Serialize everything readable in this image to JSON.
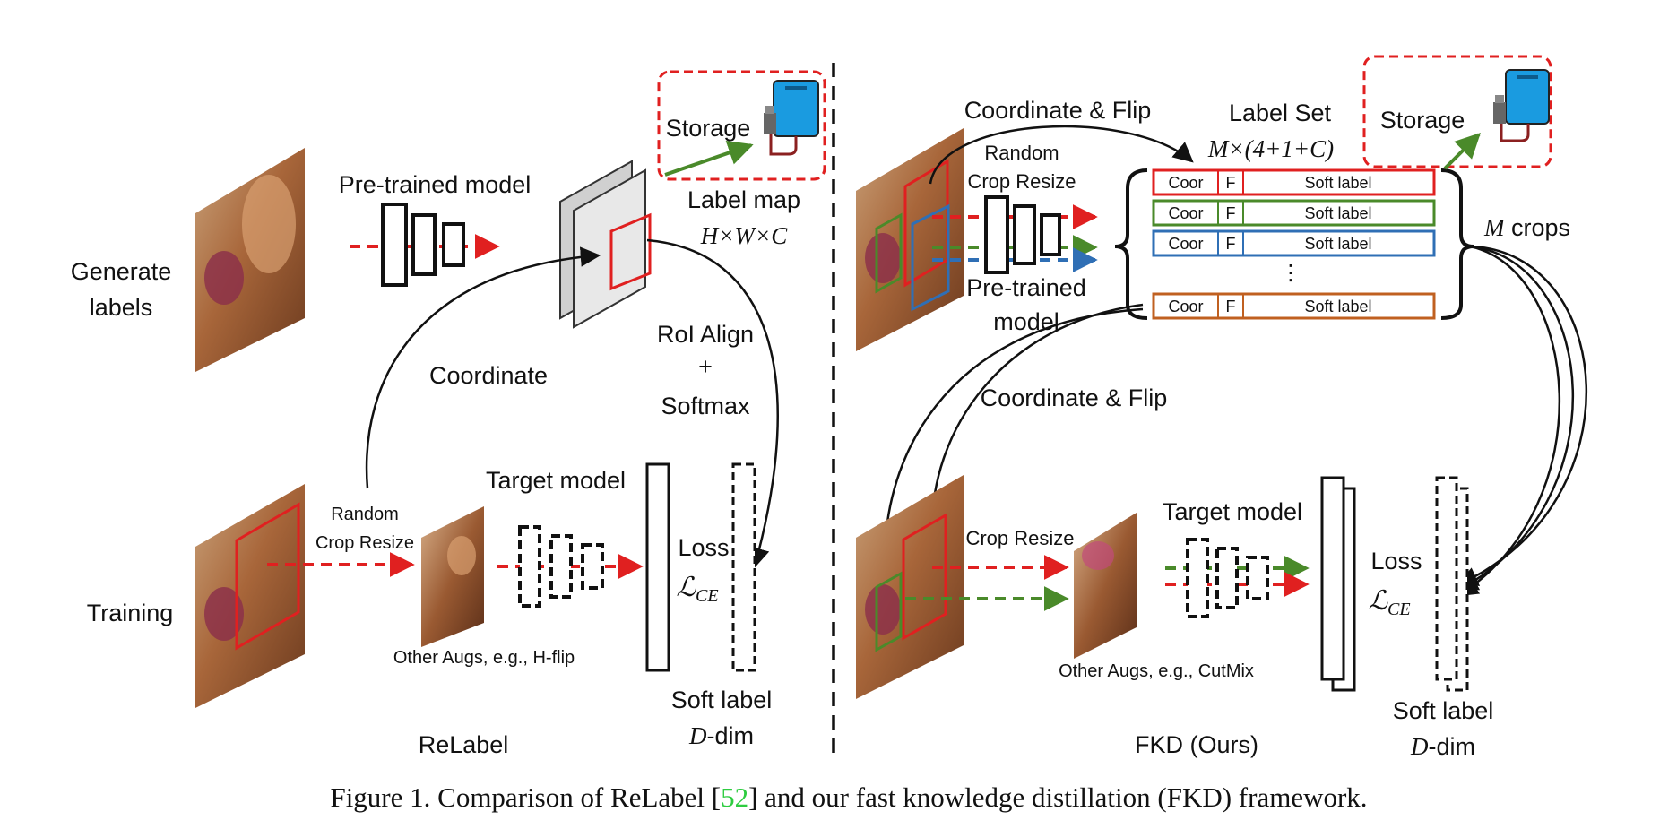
{
  "relabel": {
    "generate_labels": [
      "Generate",
      "labels"
    ],
    "pretrained_model": "Pre-trained model",
    "storage": "Storage",
    "label_map": "Label map",
    "label_map_dims": "H×W×C",
    "coordinate": "Coordinate",
    "roi_align": [
      "RoI Align",
      "+",
      "Softmax"
    ],
    "training": "Training",
    "random_crop_resize": [
      "Random",
      "Crop Resize"
    ],
    "target_model": "Target model",
    "other_augs": "Other Augs, e.g., H-flip",
    "loss": "Loss",
    "loss_symbol": "ℒ",
    "loss_sub": "CE",
    "soft_label": "Soft label",
    "soft_label_dim_var": "D",
    "soft_label_dim_suffix": "-dim",
    "name": "ReLabel"
  },
  "fkd": {
    "coordinate_flip_top": "Coordinate & Flip",
    "random_crop_resize": [
      "Random",
      "Crop Resize"
    ],
    "pretrained_model": [
      "Pre-trained",
      "model"
    ],
    "label_set": "Label Set",
    "label_set_dims": "M×(4+1+C)",
    "storage": "Storage",
    "rows": [
      {
        "coor": "Coor",
        "flag": "F",
        "soft": "Soft label",
        "color": "#e02020"
      },
      {
        "coor": "Coor",
        "flag": "F",
        "soft": "Soft label",
        "color": "#4a8a2a"
      },
      {
        "coor": "Coor",
        "flag": "F",
        "soft": "Soft label",
        "color": "#2f6fb5"
      },
      {
        "coor": "Coor",
        "flag": "F",
        "soft": "Soft label",
        "color": "#c06020"
      }
    ],
    "ellipsis": "⋮",
    "m_crops_var": "M",
    "m_crops_word": "crops",
    "coordinate_flip_mid": "Coordinate & Flip",
    "crop_resize": "Crop Resize",
    "target_model": "Target model",
    "other_augs": "Other Augs, e.g., CutMix",
    "loss": "Loss",
    "loss_symbol": "ℒ",
    "loss_sub": "CE",
    "soft_label": "Soft label",
    "soft_label_dim_var": "D",
    "soft_label_dim_suffix": "-dim",
    "name": "FKD (Ours)"
  },
  "caption": {
    "prefix": "Figure 1. Comparison of ReLabel [",
    "cite": "52",
    "suffix": "] and our fast knowledge distillation (FKD) framework."
  },
  "colors": {
    "red": "#e02020",
    "green": "#4a8a2a",
    "blue": "#2f6fb5",
    "orange": "#c06020",
    "cite": "#2ecc40",
    "storage_device": "#1a9be0"
  }
}
